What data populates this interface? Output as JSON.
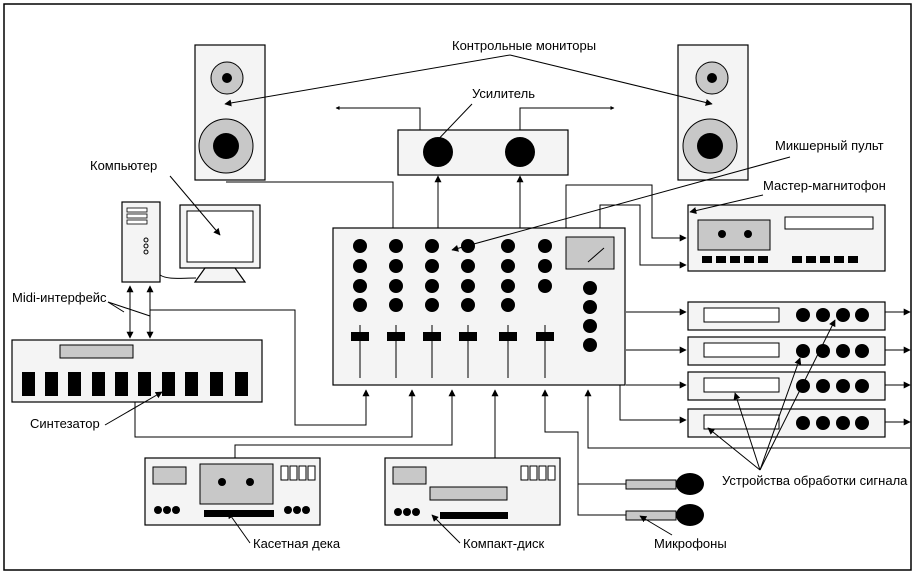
{
  "labels": {
    "monitors": "Контрольные мониторы",
    "amplifier": "Усилитель",
    "mixer": "Микшерный пульт",
    "computer": "Компьютер",
    "master_recorder": "Мастер-магнитофон",
    "midi": "Midi-интерфейс",
    "synth": "Синтезатор",
    "processors": "Устройства обработки сигнала",
    "cassette": "Касетная дека",
    "cd": "Компакт-диск",
    "mics": "Микрофоны"
  }
}
